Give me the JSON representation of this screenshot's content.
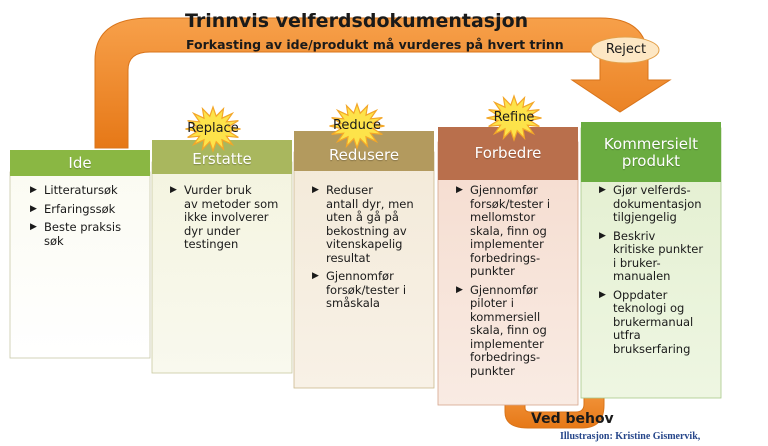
{
  "header": {
    "title": "Trinnvis velferdsdokumentasjon",
    "subtitle": "Forkasting av ide/produkt må vurderes på hvert trinn"
  },
  "reject_label": "Reject",
  "loop_label": "Ved behov",
  "credit": "Illustrasjon: Kristine Gismervik,",
  "stars": [
    {
      "label": "Replace"
    },
    {
      "label": "Reduce"
    },
    {
      "label": "Refine"
    }
  ],
  "columns": [
    {
      "title": "Ide",
      "header_color": "#8ab743",
      "items": [
        "Litteratursøk",
        "Erfaringssøk",
        "Beste praksis\nsøk"
      ]
    },
    {
      "title": "Erstatte",
      "header_color": "#a9b75e",
      "items": [
        "Vurder bruk\nav metoder som\nikke involverer\ndyr under\ntestingen"
      ]
    },
    {
      "title": "Redusere",
      "header_color": "#b39a5e",
      "items": [
        "Reduser\nantall dyr, men\nuten å gå på\nbekostning av\nvitenskapelig\nresultat",
        "Gjennomfør\nforsøk/tester i\nsmåskala"
      ]
    },
    {
      "title": "Forbedre",
      "header_color": "#b96f4c",
      "items": [
        "Gjennomfør\nforsøk/tester i\nmellomstor\nskala, finn og\nimplementer\nforbedrings-\npunkter",
        "Gjennomfør\npiloter i\nkommersiell\nskala, finn og\nimplementer\nforbedrings-\npunkter"
      ]
    },
    {
      "title": "Kommersielt\nprodukt",
      "header_color": "#6aac40",
      "items": [
        "Gjør velferds-\ndokumentasjon\ntilgjengelig",
        "Beskriv\nkritiske punkter\ni bruker-\nmanualen",
        "Oppdater\nteknologi og\nbrukermanual\nutfra\nbrukserfaring"
      ]
    }
  ],
  "colors": {
    "arrow_orange": "#f08a24",
    "star_yellow": "#fde34a",
    "star_orange": "#f6b33a"
  }
}
